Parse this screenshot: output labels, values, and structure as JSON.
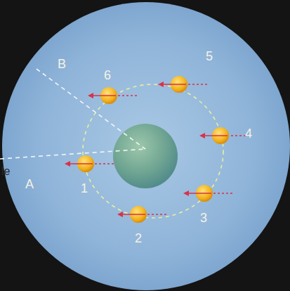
{
  "diagram": {
    "labels": [
      "B",
      "A",
      "1",
      "2",
      "3",
      "4",
      "5",
      "6",
      "le"
    ]
  }
}
